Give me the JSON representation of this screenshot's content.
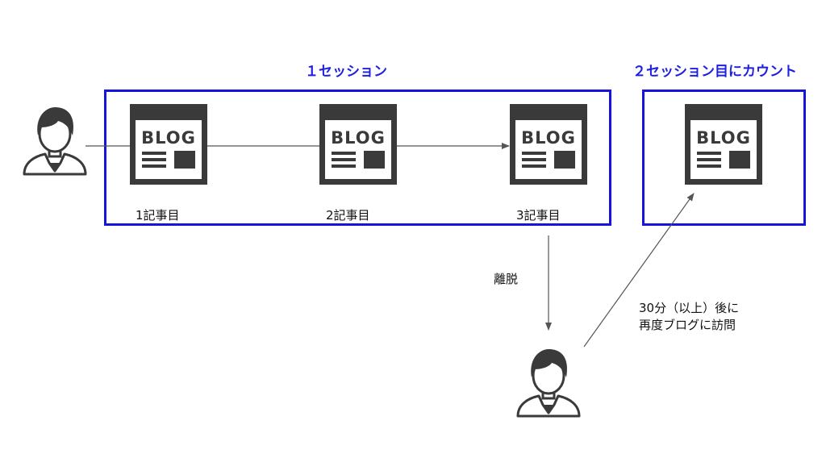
{
  "session1": {
    "heading": "１セッション",
    "pages": [
      {
        "blog_text": "BLOG",
        "caption": "1記事目"
      },
      {
        "blog_text": "BLOG",
        "caption": "2記事目"
      },
      {
        "blog_text": "BLOG",
        "caption": "3記事目"
      }
    ]
  },
  "session2": {
    "heading": "２セッション目にカウント",
    "page": {
      "blog_text": "BLOG"
    }
  },
  "exit_label": "離脱",
  "revisit_note": {
    "line1": "30分（以上）後に",
    "line2": "再度ブログに訪問"
  },
  "colors": {
    "session_border": "#1414dc",
    "heading": "#1f1fe0",
    "icon": "#3a3a3a",
    "arrow": "#555555"
  },
  "icons": [
    "user-icon",
    "blog-page-icon"
  ]
}
